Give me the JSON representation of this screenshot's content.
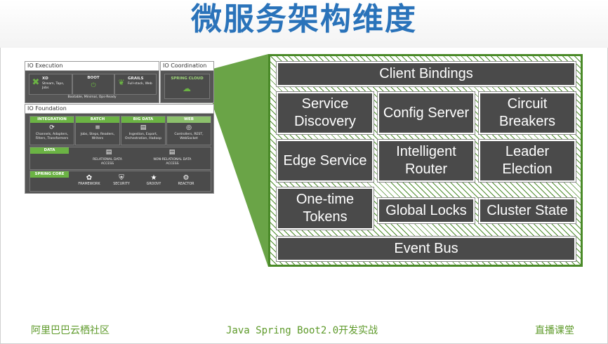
{
  "title": "微服务架构维度",
  "small_diagram": {
    "execution": {
      "label": "IO Execution",
      "xd": {
        "name": "XD",
        "desc": "Stream, Taps, Jobs"
      },
      "boot": {
        "name": "BOOT",
        "desc": "Bootable, Minimal, Ops-Ready"
      },
      "grails": {
        "name": "GRAILS",
        "desc": "Full-stack, Web"
      }
    },
    "coordination": {
      "label": "IO Coordination",
      "spring_cloud": "SPRING CLOUD"
    },
    "foundation": {
      "label": "IO Foundation",
      "integration": {
        "name": "INTEGRATION",
        "desc": "Channels, Adapters, Filters, Transformers"
      },
      "batch": {
        "name": "BATCH",
        "desc": "Jobs, Steps, Readers, Writers"
      },
      "big_data": {
        "name": "BIG DATA",
        "desc": "Ingestion, Export, Orchestration, Hadoop"
      },
      "web": {
        "name": "WEB",
        "desc": "Controllers, REST, WebSocket"
      },
      "data": {
        "name": "DATA",
        "relational": "RELATIONAL DATA ACCESS",
        "non_relational": "NON-RELATIONAL DATA ACCESS"
      },
      "spring_core": {
        "name": "SPRING CORE",
        "items": [
          "FRAMEWORK",
          "SECURITY",
          "GROOVY",
          "REACTOR"
        ]
      }
    }
  },
  "panel": {
    "client_bindings": "Client Bindings",
    "service_discovery": "Service Discovery",
    "config_server": "Config Server",
    "circuit_breakers": "Circuit Breakers",
    "edge_service": "Edge Service",
    "intelligent_router": "Intelligent Router",
    "leader_election": "Leader Election",
    "one_time_tokens": "One-time Tokens",
    "global_locks": "Global Locks",
    "cluster_state": "Cluster State",
    "event_bus": "Event Bus"
  },
  "footer": {
    "left": "阿里巴巴云栖社区",
    "center": "Java Spring Boot2.0开发实战",
    "right": "直播课堂"
  },
  "colors": {
    "title": "#2a73ba",
    "green": "#4a8a28",
    "cell": "#4a4a4a",
    "footer": "#5e9a2a"
  }
}
